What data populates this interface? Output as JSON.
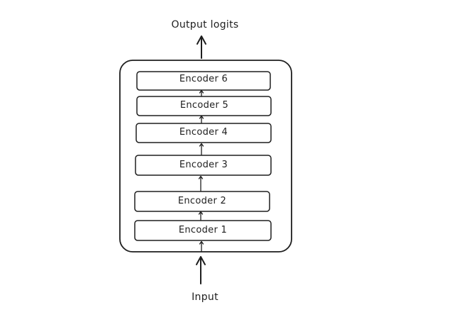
{
  "diagram": {
    "output_label": "Output logits",
    "input_label": "Input",
    "encoders": [
      {
        "label": "Encoder 6"
      },
      {
        "label": "Encoder 5"
      },
      {
        "label": "Encoder 4"
      },
      {
        "label": "Encoder 3"
      },
      {
        "label": "Encoder 2"
      },
      {
        "label": "Encoder 1"
      }
    ]
  },
  "colors": {
    "stroke": "#1e1e1e",
    "background": "#ffffff"
  }
}
